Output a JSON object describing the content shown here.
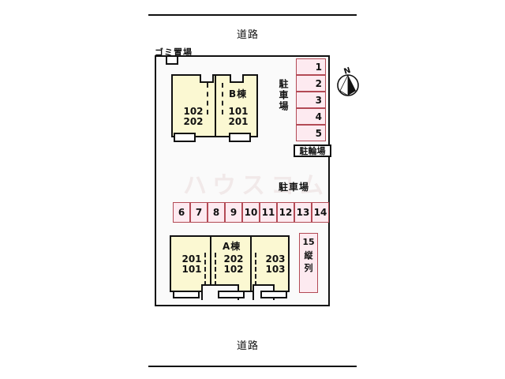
{
  "roads": {
    "top_label": "道路",
    "bottom_label": "道路"
  },
  "site": {
    "trash_label": "ゴミ置場",
    "watermark": "ハウスコム"
  },
  "compass": {
    "north_letter": "N",
    "name": "north-arrow"
  },
  "buildings": [
    {
      "name": "B棟",
      "units": [
        {
          "upper": "102",
          "lower": "202"
        },
        {
          "upper": "101",
          "lower": "201"
        }
      ]
    },
    {
      "name": "A棟",
      "units": [
        {
          "upper": "201",
          "lower": "101"
        },
        {
          "upper": "202",
          "lower": "102"
        },
        {
          "upper": "203",
          "lower": "103"
        }
      ]
    }
  ],
  "parking": {
    "right_column_label": "駐車場",
    "middle_row_label": "駐車場",
    "bicycle_label": "駐輪場",
    "right_column_stalls": [
      "1",
      "2",
      "3",
      "4",
      "5"
    ],
    "middle_row_stalls": [
      "6",
      "7",
      "8",
      "9",
      "10",
      "11",
      "12",
      "13",
      "14"
    ],
    "tandem_stall": {
      "number": "15",
      "char1": "縦",
      "char2": "列"
    }
  },
  "colors": {
    "building_fill": "#fbf8d2",
    "stall_fill": "#fdeaf0",
    "stall_border": "#b34a55",
    "outline": "#111111",
    "site_fill": "#fafafa"
  }
}
